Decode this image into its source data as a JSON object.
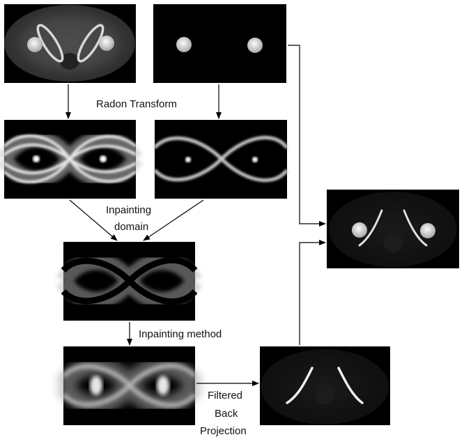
{
  "labels": {
    "radon": "Radon Transform",
    "inpaint_domain_1": "Inpainting",
    "inpaint_domain_2": "domain",
    "inpaint_method": "Inpainting method",
    "fbp_1": "Filtered",
    "fbp_2": "Back",
    "fbp_3": "Projection"
  },
  "colors": {
    "background": "#ffffff",
    "panel": "#000000",
    "arrow": "#000000"
  }
}
